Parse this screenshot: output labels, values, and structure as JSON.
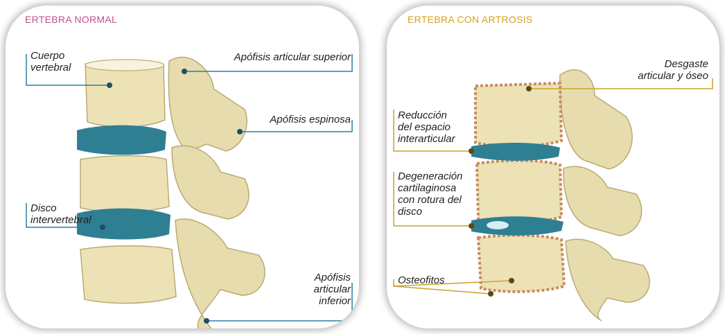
{
  "panels": {
    "normal": {
      "title": "ERTEBRA NORMAL",
      "title_color": "#c0508a",
      "accent_color": "#2b7e9e",
      "labels": {
        "cuerpo": "Cuerpo\nvertebral",
        "apofisis_sup": "Apófisis articular superior",
        "apofisis_esp": "Apófisis espinosa",
        "disco": "Disco\nintervertebral",
        "apofisis_inf": "Apófisis\narticular\ninferior"
      }
    },
    "artrosis": {
      "title": "ERTEBRA CON ARTROSIS",
      "title_color": "#d7a21e",
      "accent_color": "#c9a227",
      "labels": {
        "desgaste": "Desgaste\narticular y óseo",
        "reduccion": "Reducción\ndel espacio\ninterarticular",
        "degeneracion": "Degeneración\ncartilaginosa\ncon rotura del\ndisco",
        "osteofitos": "Osteofitos"
      }
    }
  },
  "colors": {
    "bone": "#ece2b6",
    "bone_shadow": "#cbbd8a",
    "disc": "#2f7f93",
    "rough": "#d8a07a"
  }
}
